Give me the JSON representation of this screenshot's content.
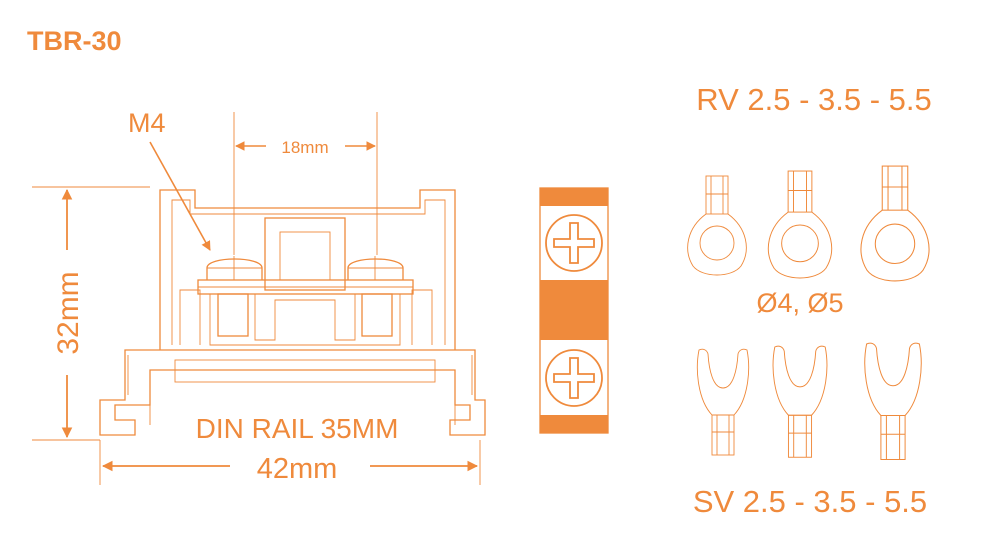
{
  "title": "TBR-30",
  "labels": {
    "screw": "M4",
    "pitch": "18mm",
    "height": "32mm",
    "rail": "DIN RAIL 35MM",
    "width": "42mm"
  },
  "ring_terminals": {
    "title": "RV 2.5 - 3.5 - 5.5",
    "hole_sizes": "Ø4, Ø5"
  },
  "fork_terminals": {
    "title": "SV 2.5 - 3.5 - 5.5"
  },
  "colors": {
    "accent": "#ef8a3c"
  },
  "icons": [
    "terminal-block-side-view",
    "terminal-block-top-view",
    "ring-terminal-icon",
    "fork-terminal-icon",
    "screw-head-icon"
  ]
}
